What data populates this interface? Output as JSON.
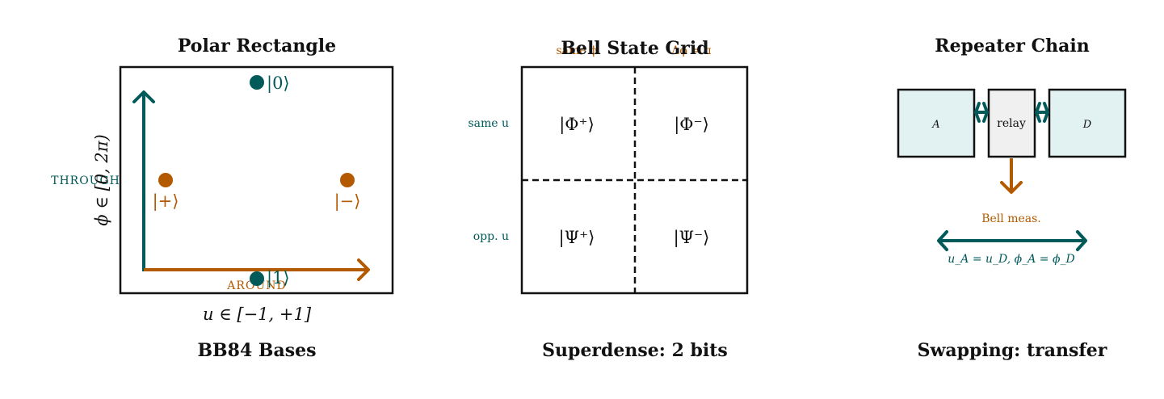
{
  "colors": {
    "teal": "#005a5a",
    "orange": "#b35900",
    "node_fill": "#e2f1f1",
    "relay_fill": "#f0f0f0"
  },
  "polar": {
    "title": "Polar Rectangle",
    "caption": "BB84 Bases",
    "x_axis": "u ∈ [−1, +1]",
    "y_axis": "ϕ ∈ [0, 2π)",
    "around": "AROUND",
    "through": "THROUGH",
    "ket0": "|0⟩",
    "ket1": "|1⟩",
    "ketplus": "|+⟩",
    "ketminus": "|−⟩"
  },
  "bell": {
    "title": "Bell State Grid",
    "caption": "Superdense: 2 bits",
    "top_left": "same ϕ",
    "top_right": "Δϕ = π",
    "row1": "same u",
    "row2": "opp. u",
    "phi_plus": "|Φ⁺⟩",
    "phi_minus": "|Φ⁻⟩",
    "psi_plus": "|Ψ⁺⟩",
    "psi_minus": "|Ψ⁻⟩"
  },
  "repeater": {
    "title": "Repeater Chain",
    "caption": "Swapping: transfer",
    "node_a": "A",
    "relay": "relay",
    "node_d": "D",
    "measure": "Bell meas.",
    "result": "u_A = u_D, ϕ_A = ϕ_D"
  }
}
